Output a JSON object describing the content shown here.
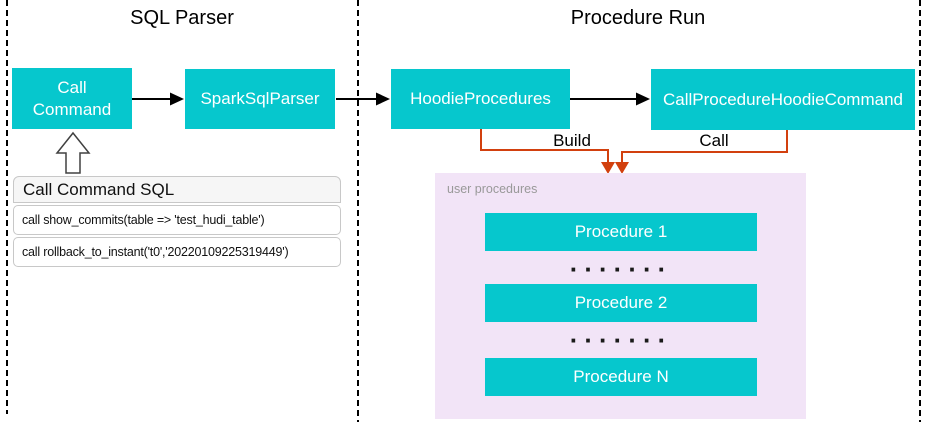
{
  "sections": {
    "sql_parser": {
      "title": "SQL Parser"
    },
    "procedure_run": {
      "title": "Procedure Run"
    }
  },
  "nodes": {
    "call_command": "Call Command",
    "spark_sql_parser": "SparkSqlParser",
    "hoodie_procedures": "HoodieProcedures",
    "call_procedure_hoodie_command": "CallProcedureHoodieCommand"
  },
  "edges": {
    "build_label": "Build",
    "call_label": "Call"
  },
  "sql_table": {
    "header": "Call Command SQL",
    "rows": [
      "call show_commits(table => 'test_hudi_table')",
      "call rollback_to_instant('t0','20220109225319449')"
    ]
  },
  "user_procedures": {
    "label": "user procedures",
    "items": [
      "Procedure 1",
      "Procedure 2",
      "Procedure N"
    ],
    "ellipsis": "·······"
  },
  "colors": {
    "teal": "#06C7CD",
    "purple": "#F2E4F7",
    "orange": "#D2400E",
    "gray_label": "#999999",
    "tbl_border": "#C8C8C8",
    "tbl_head_bg": "#F6F6F6",
    "ink": "#000000"
  }
}
